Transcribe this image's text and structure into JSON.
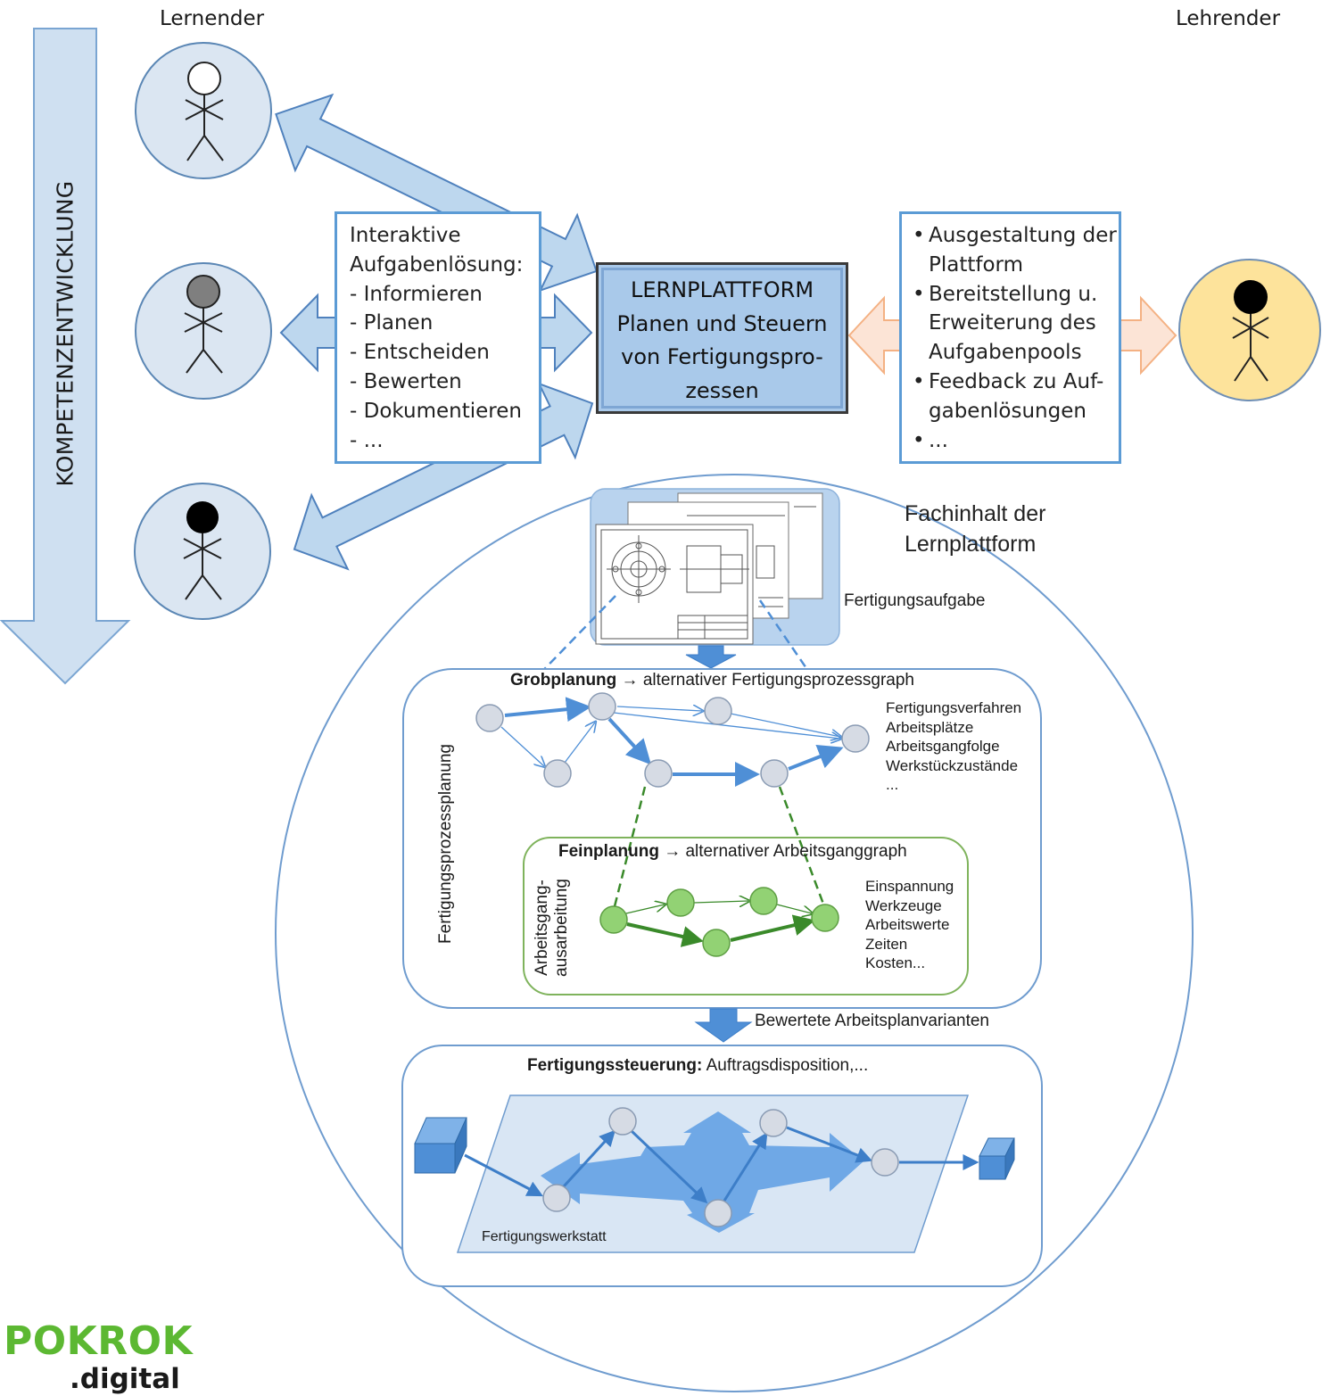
{
  "roles": {
    "learner": "Lernender",
    "teacher": "Lehrender"
  },
  "competence_arrow_label": "KOMPETENZENTWICKLUNG",
  "learner_box": {
    "lines": [
      "Interaktive",
      "Aufgabenlösung:",
      "- Informieren",
      "- Planen",
      "- Entscheiden",
      "- Bewerten",
      "- Dokumentieren",
      "- ..."
    ]
  },
  "platform_box": {
    "lines": [
      "LERNPLATTFORM",
      "Planen und Steuern",
      "von Fertigungspro-",
      "zessen"
    ]
  },
  "teacher_box": {
    "bullets": [
      [
        "Ausgestaltung der",
        "Plattform"
      ],
      [
        "Bereitstellung u.",
        "Erweiterung des",
        "Aufgabenpools"
      ],
      [
        "Feedback zu Auf-",
        "gabenlösungen"
      ],
      [
        "..."
      ]
    ]
  },
  "content_circle": {
    "title_line1": "Fachinhalt der",
    "title_line2": "Lernplattform",
    "task_label": "Fertigungsaufgabe",
    "grob": {
      "bold": "Grobplanung",
      "rest": " → alternativer Fertigungsprozessgraph"
    },
    "grob_side": [
      "Fertigungsverfahren",
      "Arbeitsplätze",
      "Arbeitsgangfolge",
      "Werkstückzustände",
      "..."
    ],
    "grob_vertical": "Fertigungsprozessplanung",
    "fein": {
      "bold": "Feinplanung",
      "rest": " → alternativer Arbeitsganggraph"
    },
    "fein_side": [
      "Einspannung",
      "Werkzeuge",
      "Arbeitswerte",
      "Zeiten",
      "Kosten..."
    ],
    "fein_vertical_1": "Arbeitsgang-",
    "fein_vertical_2": "ausarbeitung",
    "evaluated_label": "Bewertete Arbeitsplanvarianten",
    "control": {
      "bold": "Fertigungssteuerung:",
      "rest": " Auftragsdisposition,..."
    },
    "workshop_label": "Fertigungswerkstatt"
  },
  "logo": {
    "line1": "POKROK",
    "line2": ".digital",
    "color": "#5cb832"
  },
  "colors": {
    "arrow_fill": "#bdd7ee",
    "arrow_stroke": "#4f81bd",
    "person_circle": "#dbe6f2",
    "teacher_circle": "#fde39b",
    "teacher_arrow": "#fce4d6",
    "teacher_arrow_stroke": "#f4b183",
    "node_grey": "#d6dbe4",
    "node_green": "#92d274",
    "edge_blue": "#4f8fd6",
    "edge_green": "#3a8a2a"
  }
}
